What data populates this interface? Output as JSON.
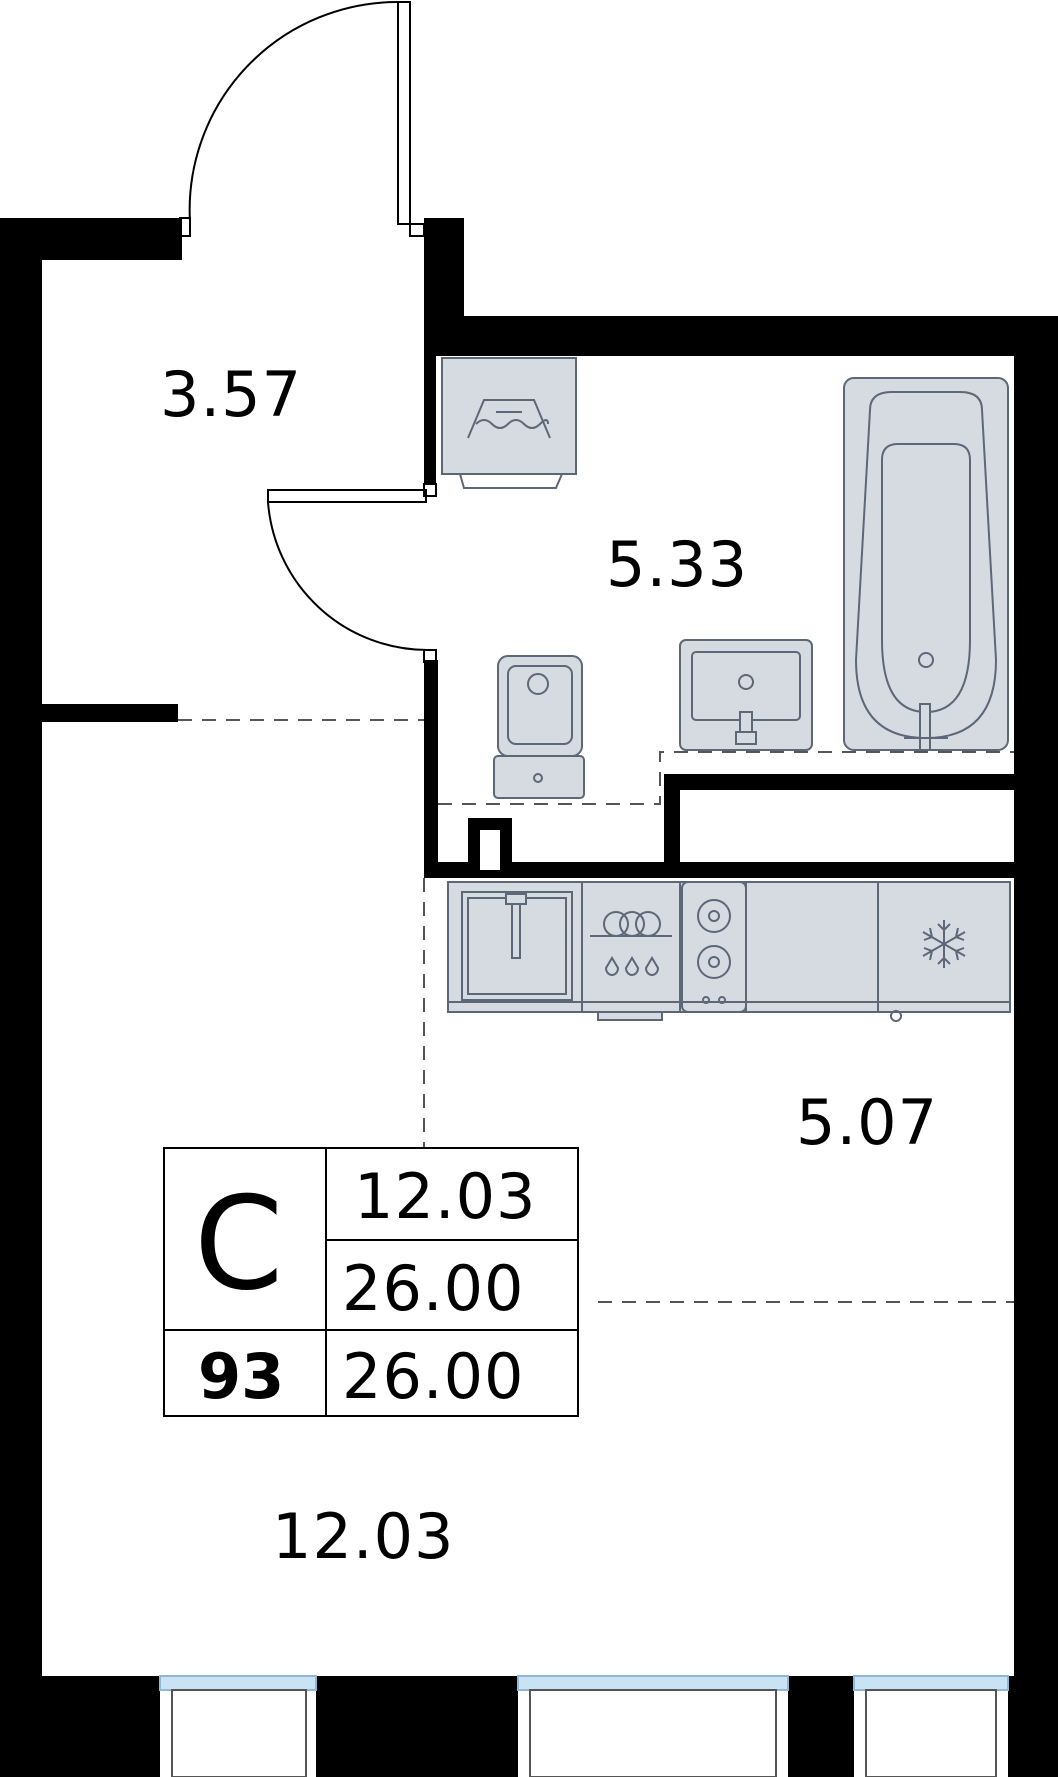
{
  "rooms": {
    "hall_area": "3.57",
    "bathroom_area": "5.33",
    "kitchen_area": "5.07",
    "living_area": "12.03"
  },
  "summary": {
    "type_letter": "С",
    "living_area": "12.03",
    "total_area": "26.00",
    "apartment_number": "93",
    "total_area_alt": "26.00"
  },
  "icons": {
    "washer": "washing-machine-icon",
    "bathtub": "bathtub-icon",
    "toilet": "toilet-icon",
    "sink": "sink-icon",
    "kitchen_sink": "kitchen-sink-icon",
    "dishwasher": "dishwasher-icon",
    "stove": "stove-icon",
    "fridge": "snowflake-icon"
  },
  "colors": {
    "wall": "#000000",
    "fixture_fill": "#d6dbe2",
    "fixture_stroke": "#5c6778",
    "window": "#c9e3f4"
  }
}
